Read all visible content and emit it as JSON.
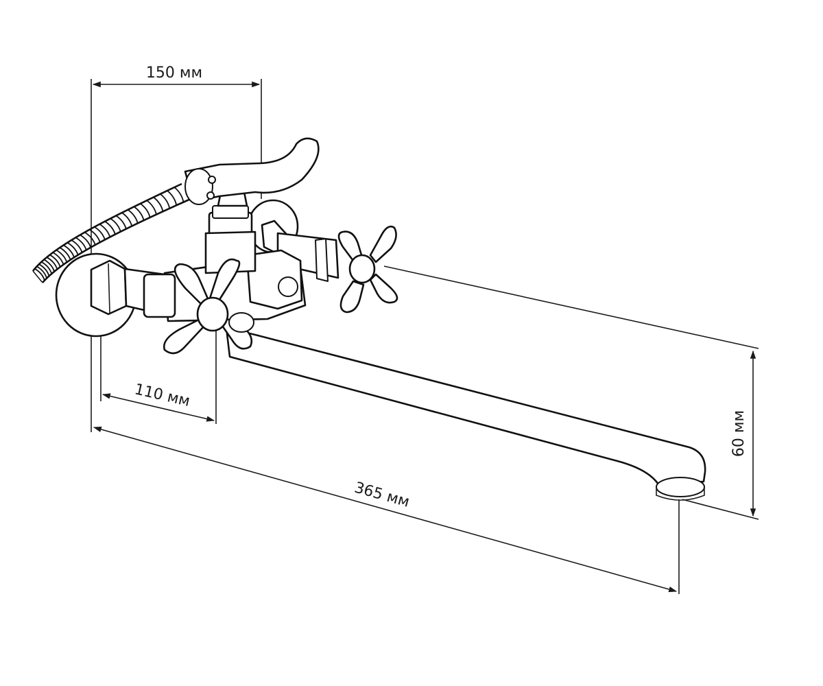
{
  "dimensions": {
    "top_width": "150 мм",
    "valve_offset": "110 мм",
    "spout_length": "365 мм",
    "spout_height": "60 мм"
  },
  "colors": {
    "line": "#1a1a1a",
    "background": "#ffffff"
  }
}
